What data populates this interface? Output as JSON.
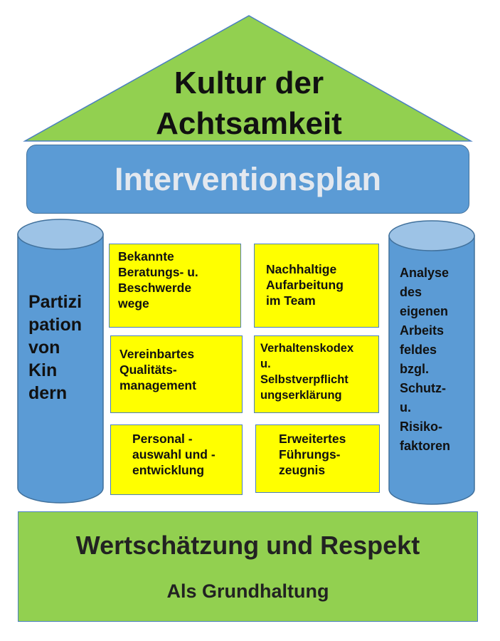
{
  "roof": {
    "line1": "Kultur der",
    "line2": "Achtsamkeit"
  },
  "plan": {
    "label": "Interventionsplan"
  },
  "left_pillar": {
    "text": "Partizi\npation\nvon\nKin\ndern"
  },
  "right_pillar": {
    "text": "Analyse\ndes\neigenen\nArbeits\nfeldes\nbzgl.\nSchutz-\nu.\nRisiko-\nfaktoren"
  },
  "boxes": [
    {
      "text": "Bekannte\nBeratungs- u.\nBeschwerde\nwege"
    },
    {
      "text": "Vereinbartes\nQualitäts-\nmanagement"
    },
    {
      "text": "Personal -\nauswahl und -\nentwicklung"
    },
    {
      "text": "Nachhaltige\nAufarbeitung\nim Team"
    },
    {
      "text": "Verhaltenskodex\nu.\nSelbstverpflicht\nungserklärung"
    },
    {
      "text": "Erweitertes\nFührungs-\nzeugnis"
    }
  ],
  "base": {
    "title": "Wertschätzung und Respekt",
    "subtitle": "Als Grundhaltung"
  },
  "colors": {
    "green": "#92d050",
    "blue": "#5b9bd5",
    "yellow": "#ffff00"
  }
}
